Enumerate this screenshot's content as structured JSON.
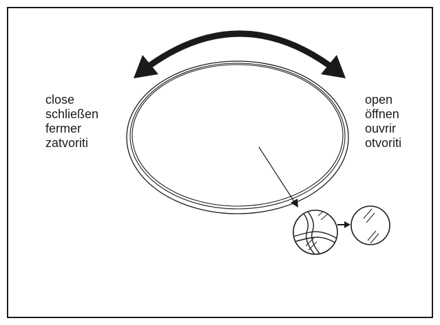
{
  "labels": {
    "close": [
      "close",
      "schließen",
      "fermer",
      "zatvoriti"
    ],
    "open": [
      "open",
      "öffnen",
      "ouvrir",
      "otvoriti"
    ]
  },
  "colors": {
    "line": "#1a1a1a",
    "background": "#ffffff"
  },
  "icons": [
    "rotation-arrow",
    "clip-detail-icon",
    "arrow-right-icon",
    "glass-cover-icon"
  ]
}
